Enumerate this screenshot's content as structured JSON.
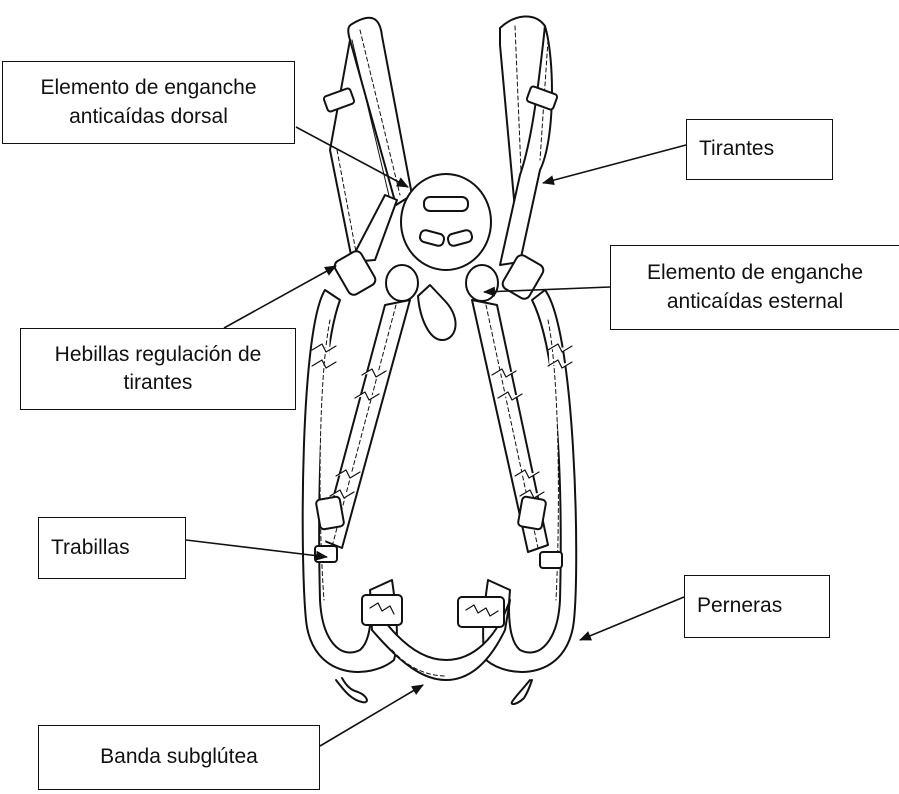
{
  "labels": {
    "dorsal": [
      "Elemento de enganche",
      "anticaídas dorsal"
    ],
    "tirantes": "Tirantes",
    "esternal": [
      "Elemento de enganche",
      "anticaídas esternal"
    ],
    "hebillas": [
      "Hebillas regulación de",
      "tirantes"
    ],
    "trabillas": "Trabillas",
    "perneras": "Perneras",
    "banda": "Banda subglútea"
  },
  "colors": {
    "line": "#111111",
    "background": "#ffffff"
  }
}
